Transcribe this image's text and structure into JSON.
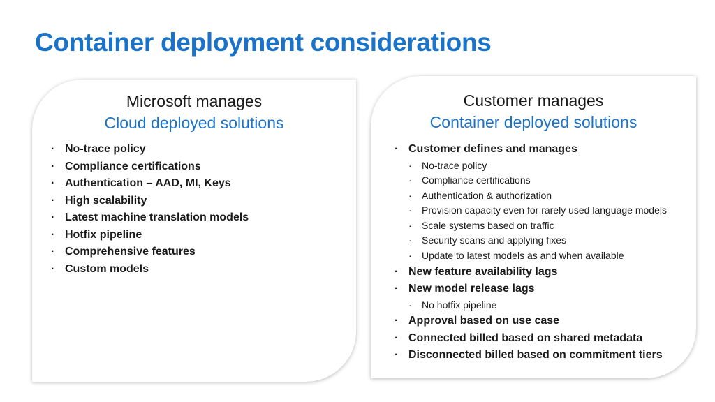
{
  "title": "Container deployment considerations",
  "colors": {
    "accent": "#1a73c8",
    "text": "#1a1a1a"
  },
  "bullet_glyph": "·",
  "left_panel": {
    "heading": "Microsoft manages",
    "subheading": "Cloud deployed solutions",
    "items": [
      {
        "text": "No-trace policy",
        "level": 1
      },
      {
        "text": "Compliance certifications",
        "level": 1
      },
      {
        "text": "Authentication – AAD, MI, Keys",
        "level": 1
      },
      {
        "text": "High scalability",
        "level": 1
      },
      {
        "text": "Latest machine translation models",
        "level": 1
      },
      {
        "text": "Hotfix pipeline",
        "level": 1
      },
      {
        "text": "Comprehensive features",
        "level": 1
      },
      {
        "text": "Custom models",
        "level": 1
      }
    ]
  },
  "right_panel": {
    "heading": "Customer manages",
    "subheading": "Container deployed solutions",
    "items": [
      {
        "text": "Customer defines and manages",
        "level": 1
      },
      {
        "text": "No-trace policy",
        "level": 2
      },
      {
        "text": "Compliance certifications",
        "level": 2
      },
      {
        "text": "Authentication & authorization",
        "level": 2
      },
      {
        "text": "Provision capacity even for rarely used language models",
        "level": 2
      },
      {
        "text": "Scale systems based on traffic",
        "level": 2
      },
      {
        "text": "Security scans and applying fixes",
        "level": 2
      },
      {
        "text": "Update to latest models as and when available",
        "level": 2
      },
      {
        "text": "New feature availability lags",
        "level": 1
      },
      {
        "text": "New model release lags",
        "level": 1
      },
      {
        "text": "No hotfix pipeline",
        "level": 2
      },
      {
        "text": "Approval based on use case",
        "level": 1
      },
      {
        "text": "Connected billed based on shared metadata",
        "level": 1
      },
      {
        "text": "Disconnected billed based on commitment tiers",
        "level": 1
      }
    ]
  }
}
